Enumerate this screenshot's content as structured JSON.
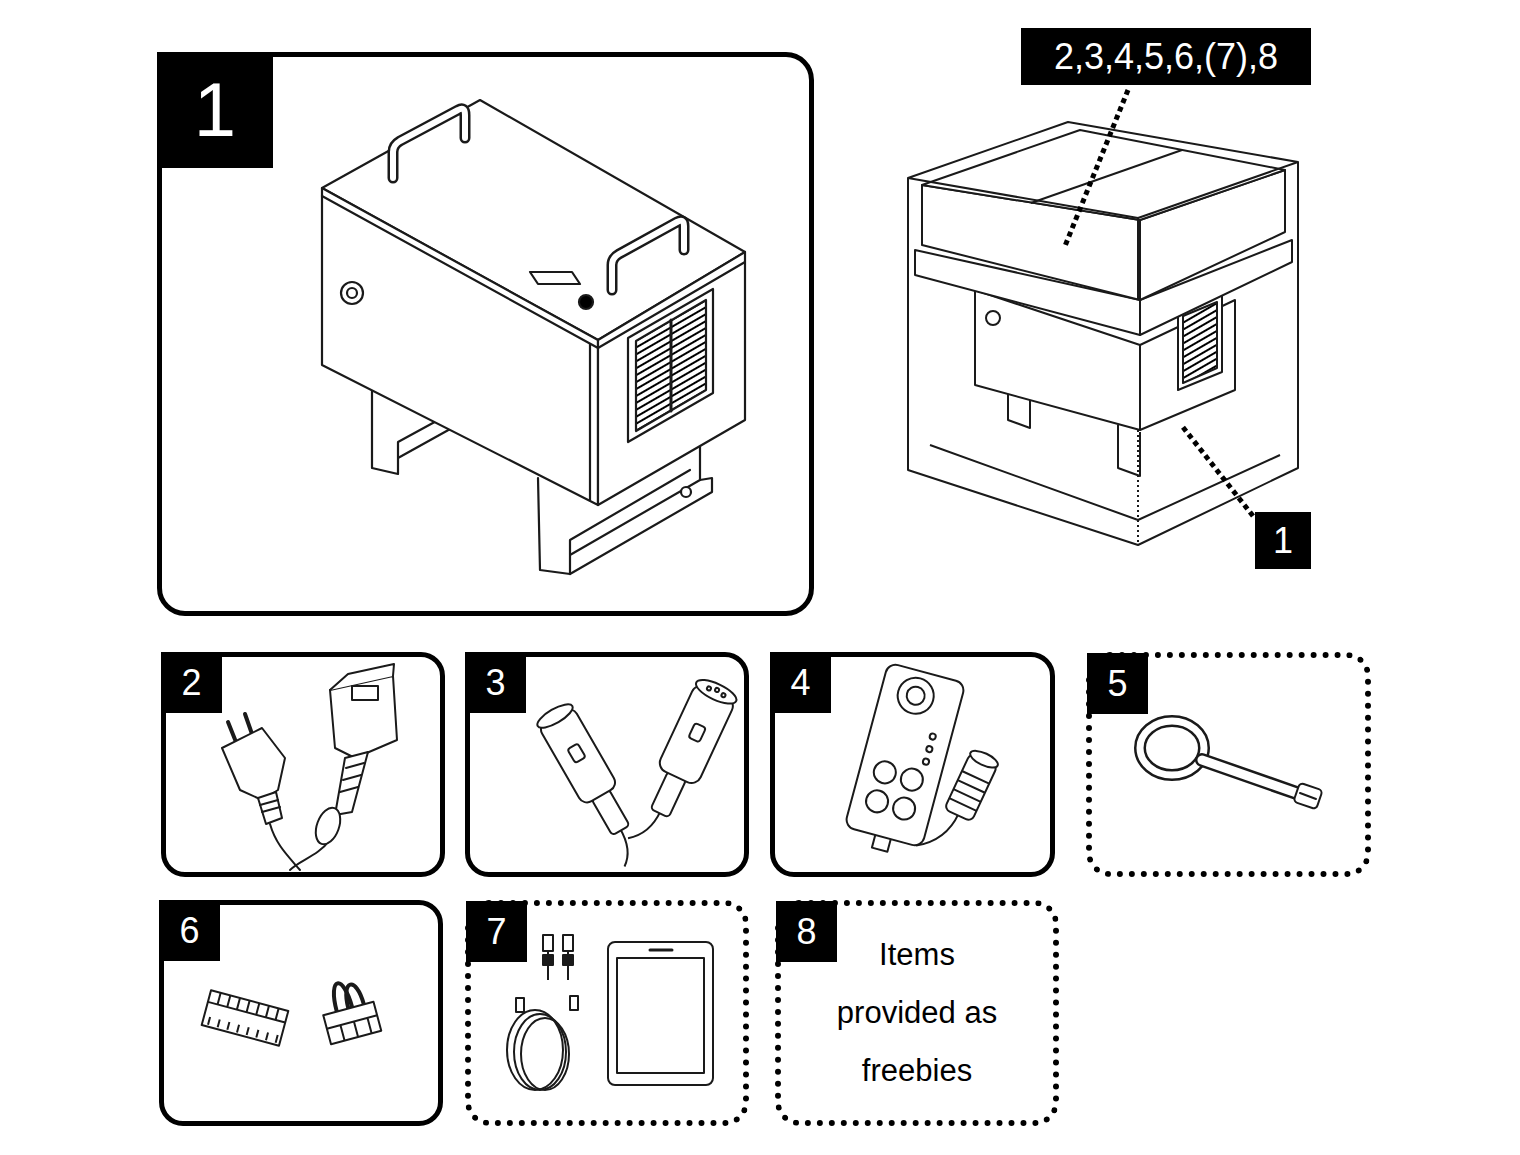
{
  "diagram": {
    "nodes": [
      {
        "text": [
          "1"
        ]
      },
      {
        "text": [
          "2,3,4,5,6,(7),8"
        ]
      },
      {
        "text": [
          "1"
        ]
      },
      {
        "text": [
          "2"
        ]
      },
      {
        "text": [
          "3"
        ]
      },
      {
        "text": [
          "4"
        ]
      },
      {
        "text": [
          "5"
        ]
      },
      {
        "text": [
          "6"
        ]
      },
      {
        "text": [
          "7"
        ]
      },
      {
        "text": [
          "8",
          "Items provided as freebies"
        ]
      }
    ]
  }
}
